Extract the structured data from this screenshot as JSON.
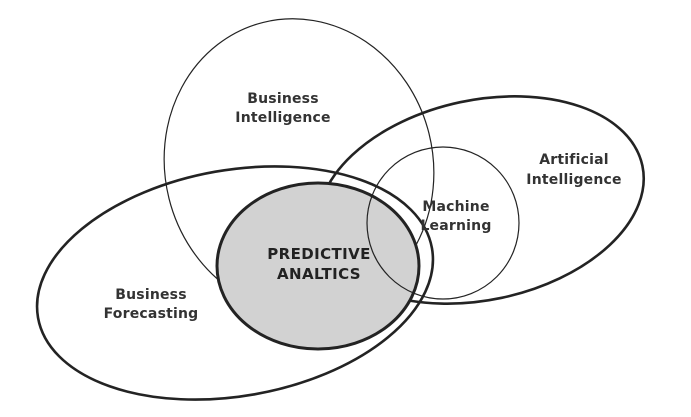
{
  "diagram": {
    "labels": {
      "business_intelligence": {
        "line1": "Business",
        "line2": "Intelligence"
      },
      "artificial_intelligence": {
        "line1": "Artificial",
        "line2": "Intelligence"
      },
      "machine_learning": {
        "line1": "Machine",
        "line2": "Learning"
      },
      "business_forecasting": {
        "line1": "Business",
        "line2": "Forecasting"
      },
      "predictive_analytics": {
        "line1": "PREDICTIVE",
        "line2": "ANALTICS"
      }
    }
  },
  "colors": {
    "line": "#232323",
    "region_fill": "#d2d2d2",
    "text": "#333333",
    "emphasis_text": "#222222",
    "background": "#ffffff"
  }
}
